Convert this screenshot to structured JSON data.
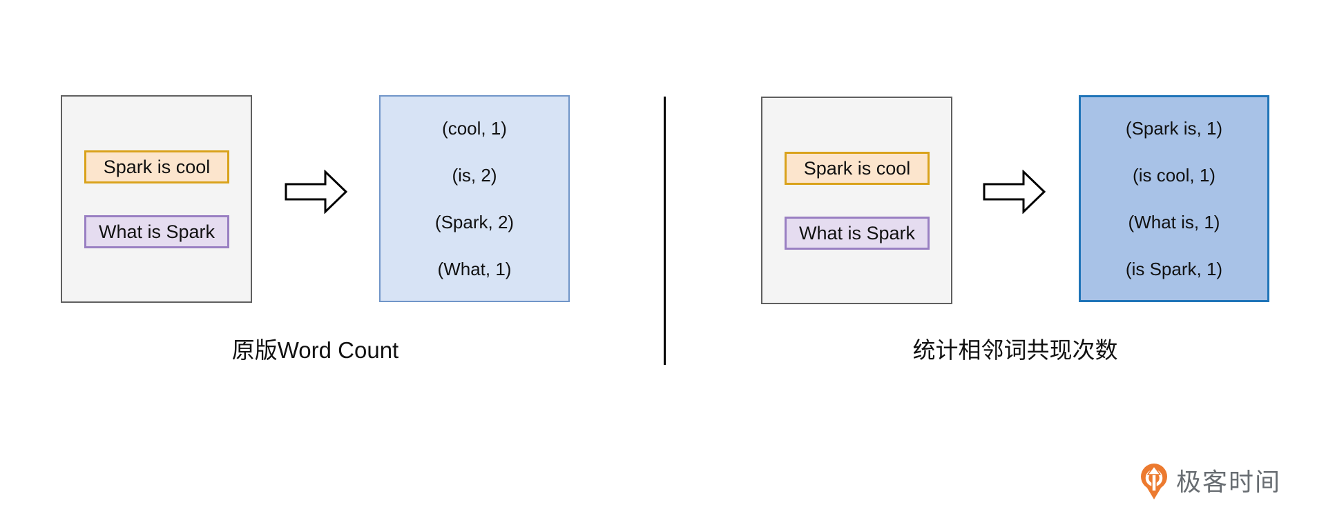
{
  "left": {
    "caption": "原版Word Count",
    "input": {
      "line1": "Spark is cool",
      "line2": "What is Spark"
    },
    "output": {
      "row1": "(cool, 1)",
      "row2": "(is, 2)",
      "row3": "(Spark, 2)",
      "row4": "(What, 1)"
    }
  },
  "right": {
    "caption": "统计相邻词共现次数",
    "input": {
      "line1": "Spark is cool",
      "line2": "What is Spark"
    },
    "output": {
      "row1": "(Spark is, 1)",
      "row2": "(is cool, 1)",
      "row3": "(What is, 1)",
      "row4": "(is Spark, 1)"
    }
  },
  "logo": {
    "text": "极客时间",
    "icon": "geektime-pin-arrow-icon"
  },
  "colors": {
    "input_panel_fill": "#f4f4f4",
    "input_panel_border": "#5f5f5f",
    "sentence1_fill": "#fce5cd",
    "sentence1_border": "#d9a21b",
    "sentence2_fill": "#e5dcf0",
    "sentence2_border": "#997fc2",
    "left_output_fill": "#d7e3f5",
    "left_output_border": "#7095c8",
    "right_output_fill": "#a8c2e7",
    "right_output_border": "#1f74b8",
    "logo_orange": "#ec7a2f",
    "logo_text_gray": "#686d72"
  }
}
